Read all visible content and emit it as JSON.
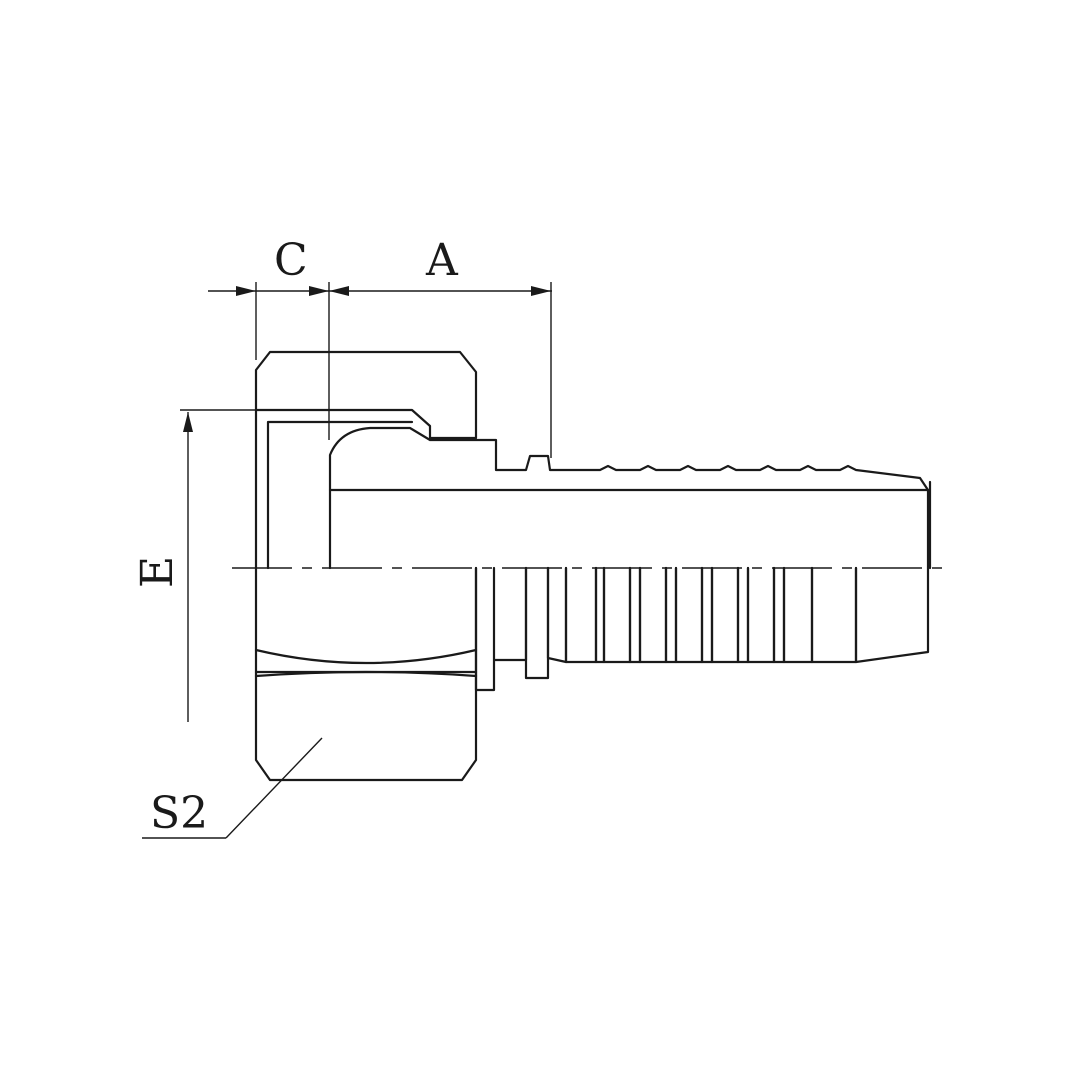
{
  "drawing": {
    "dimensions": {
      "c_label": "C",
      "a_label": "A",
      "e_label": "E",
      "s2_label": "S2"
    },
    "colors": {
      "line": "#1a1a1a",
      "background": "#ffffff"
    }
  }
}
